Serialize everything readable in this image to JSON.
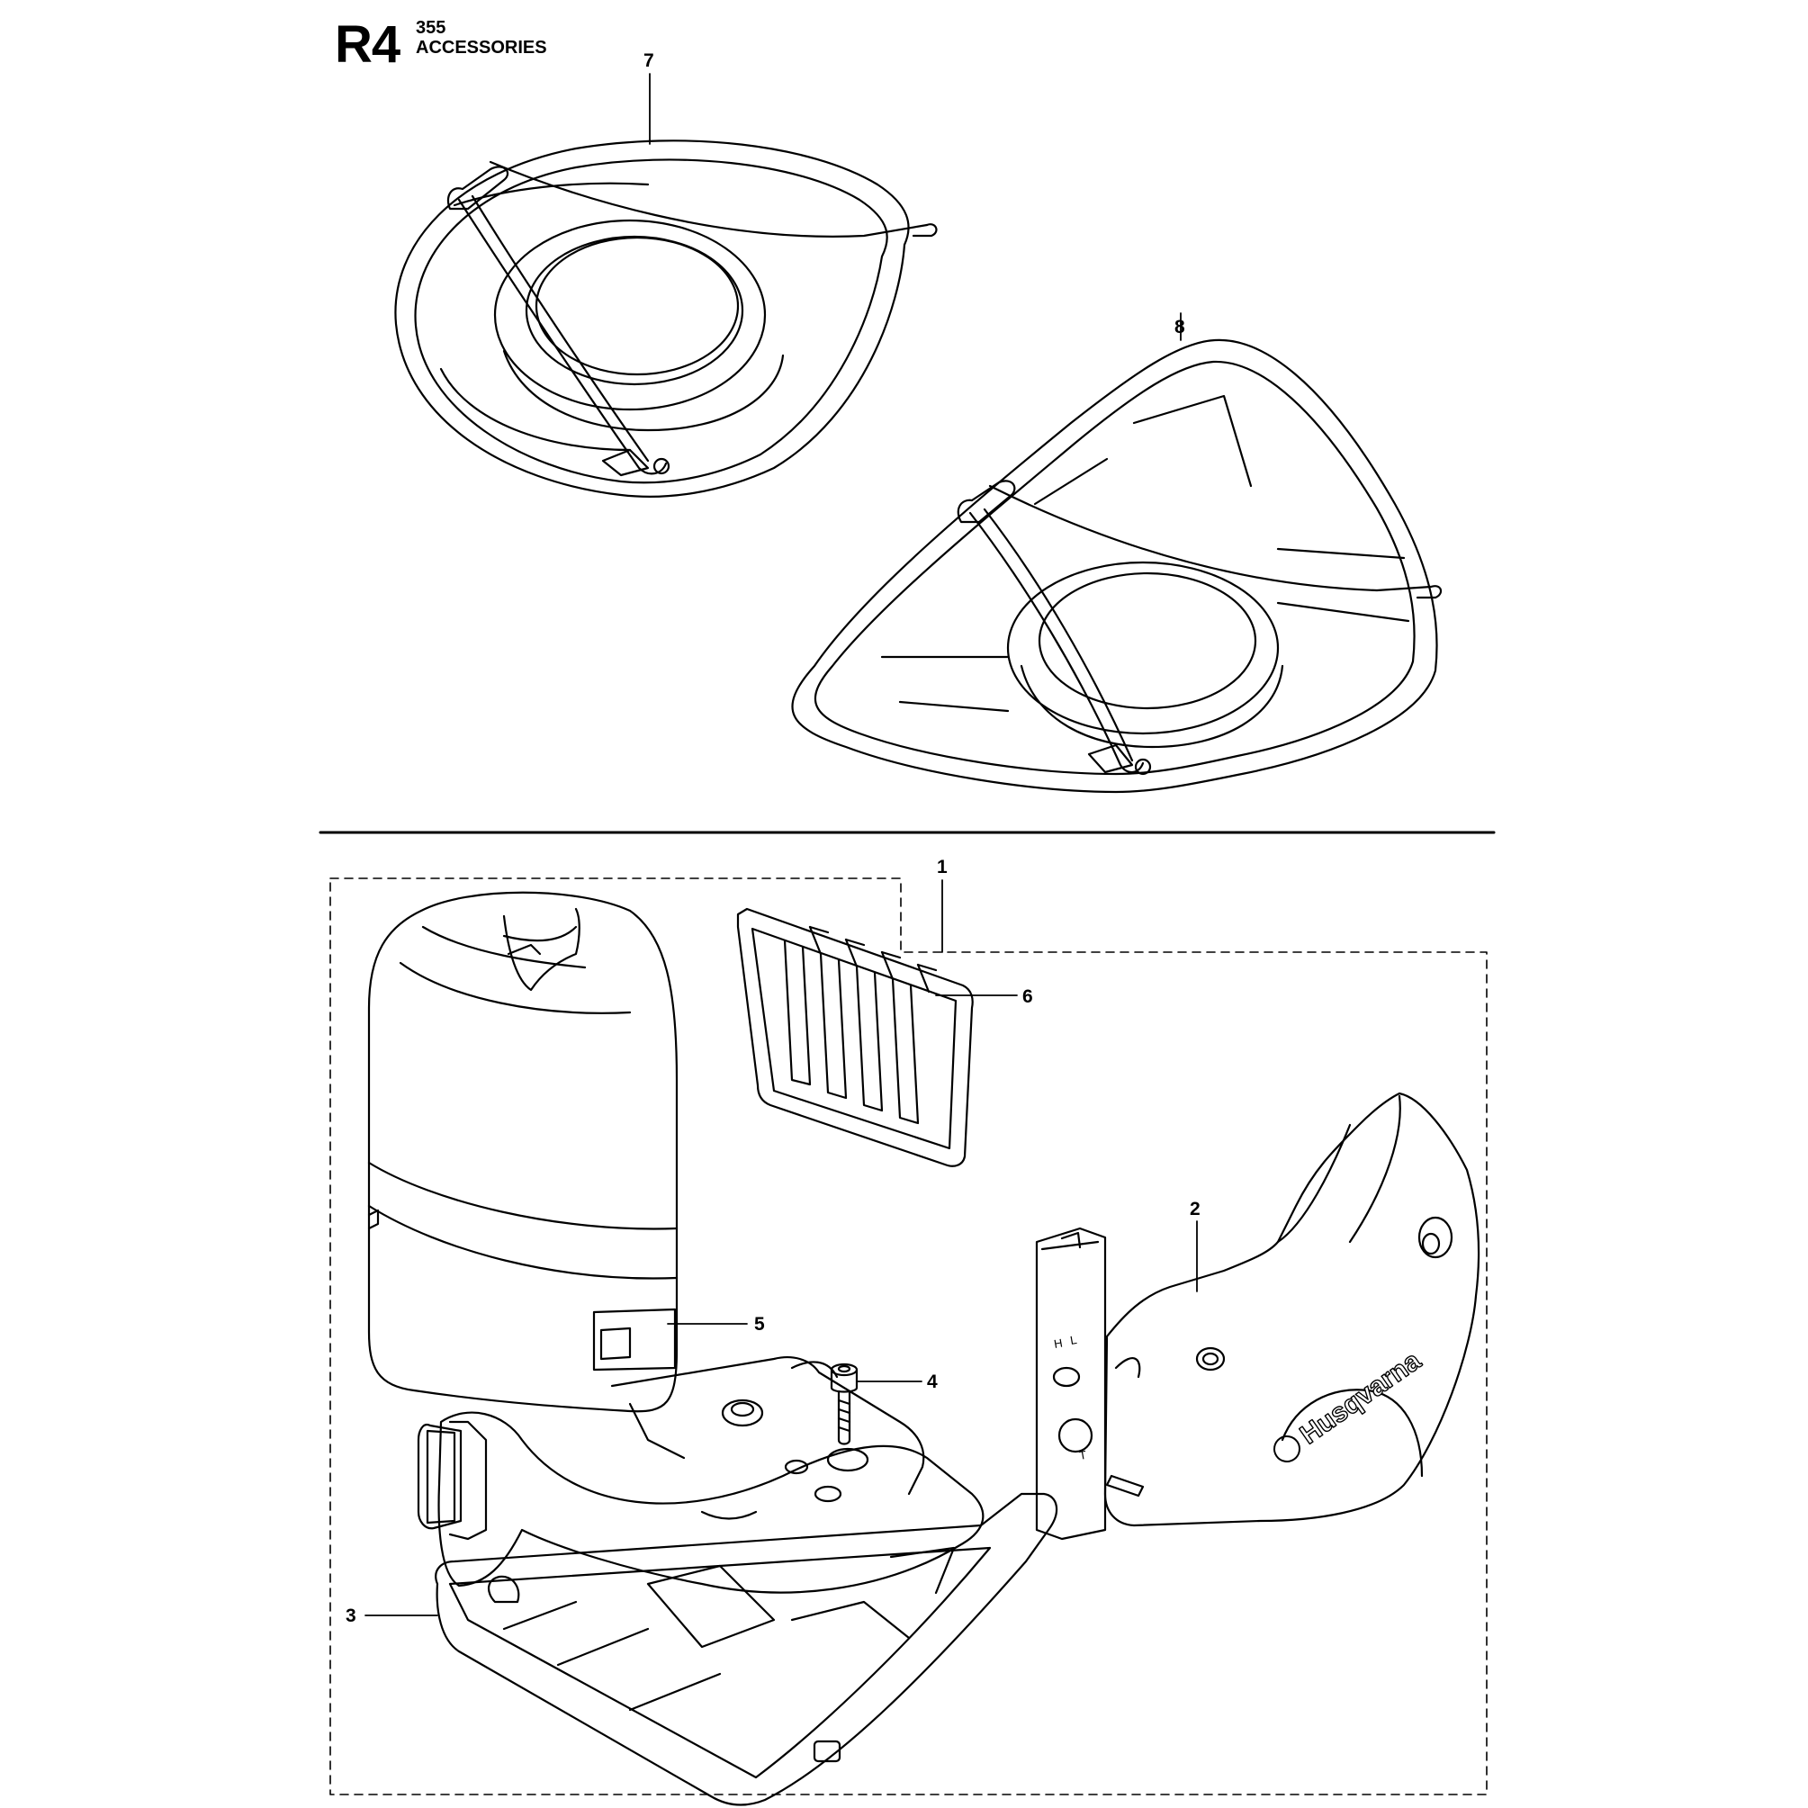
{
  "header": {
    "code": "R4",
    "model": "355",
    "title": "ACCESSORIES"
  },
  "callouts": {
    "c1": "1",
    "c2": "2",
    "c3": "3",
    "c4": "4",
    "c5": "5",
    "c6": "6",
    "c7": "7",
    "c8": "8"
  },
  "brand": {
    "logo_text": "Husqvarna"
  },
  "plate_marks": {
    "h": "H",
    "l": "L",
    "t": "T"
  }
}
